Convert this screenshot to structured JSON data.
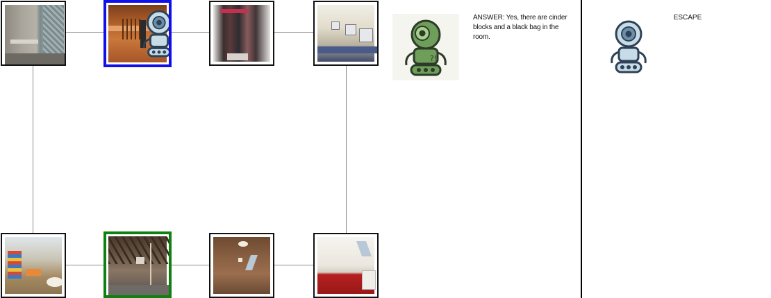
{
  "map": {
    "rooms": [
      {
        "name": "room-bathroom-shower",
        "state": "normal"
      },
      {
        "name": "room-attic-wooden",
        "state": "current"
      },
      {
        "name": "room-closet-clothes",
        "state": "normal"
      },
      {
        "name": "room-computer-lab",
        "state": "normal"
      },
      {
        "name": "room-classroom-playroom",
        "state": "normal"
      },
      {
        "name": "room-attic-rafters",
        "state": "target"
      },
      {
        "name": "room-attic-empty",
        "state": "normal"
      },
      {
        "name": "room-attic-red-carpet",
        "state": "normal"
      }
    ]
  },
  "oracle": {
    "answer_text": "ANSWER: Yes, there are cinder blocks and a black bag in the room."
  },
  "action": {
    "label": "ESCAPE"
  },
  "colors": {
    "current_border": "#1010e8",
    "target_border": "#108010",
    "oracle_robot": "#5e8f4a",
    "agent_robot": "#b9d3e2"
  }
}
